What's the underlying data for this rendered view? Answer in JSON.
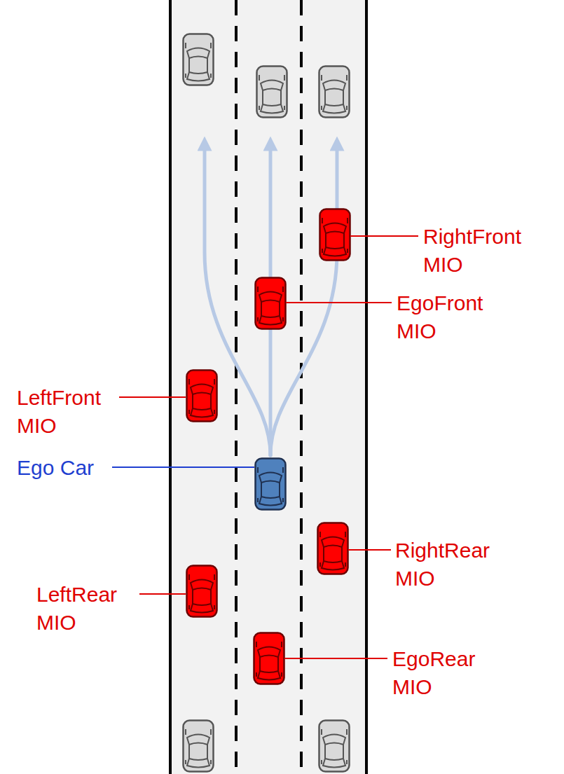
{
  "diagram": {
    "labels": [
      "RightFront MIO",
      "EgoFront MIO",
      "LeftFront MIO",
      "Ego Car",
      "RightRear MIO",
      "LeftRear MIO",
      "EgoRear MIO"
    ]
  }
}
